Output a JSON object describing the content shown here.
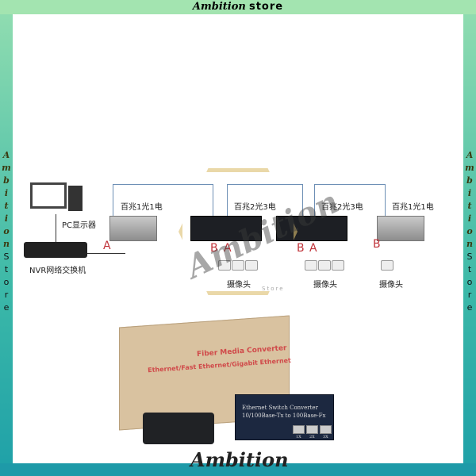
{
  "header": {
    "brand_script": "Ambition",
    "brand_suffix": "store"
  },
  "side_banner": {
    "letters": [
      "A",
      "m",
      "b",
      "i",
      "t",
      "i",
      "o",
      "n"
    ],
    "store": [
      "S",
      "t",
      "o",
      "r",
      "e"
    ]
  },
  "diagram": {
    "pc_label": "PC显示器",
    "nvr_label": "NVR网络交换机",
    "converter1_label": "百兆1光1电",
    "converter2_label": "百兆2光3电",
    "converter3_label": "百兆2光3电",
    "converter4_label": "百兆1光1电",
    "camera_label": "摄像头",
    "port_a": "A",
    "port_b": "B"
  },
  "watermark": {
    "text": "Ambition",
    "sub": "Store"
  },
  "product": {
    "box_title": "Fiber Media Converter",
    "box_subtitle": "Ethernet/Fast Ethernet/Gigabit Ethernet",
    "device_title": "Ethernet Switch Converter",
    "device_subtitle": "10/100Base-Tx to 100Base-Fx",
    "port_labels": [
      "1X",
      "2X",
      "3X"
    ]
  },
  "footer": {
    "logo": "Ambition"
  }
}
